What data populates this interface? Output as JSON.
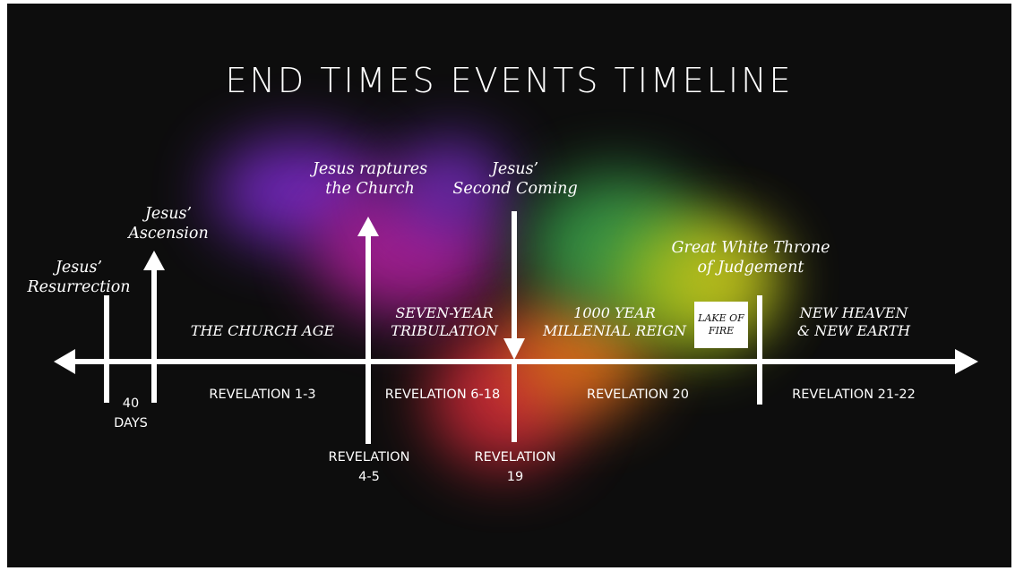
{
  "title": "END TIMES EVENTS TIMELINE",
  "events": {
    "resurrection": [
      "Jesus’",
      "Resurrection"
    ],
    "ascension": [
      "Jesus’",
      "Ascension"
    ],
    "rapture": [
      "Jesus raptures",
      "the Church"
    ],
    "second_coming": [
      "Jesus’",
      "Second Coming"
    ],
    "great_white_throne": [
      "Great White Throne",
      "of Judgement"
    ]
  },
  "periods": {
    "church_age": [
      "THE CHURCH AGE"
    ],
    "tribulation": [
      "SEVEN-YEAR",
      "TRIBULATION"
    ],
    "millennial": [
      "1000 YEAR",
      "MILLENIAL REIGN"
    ],
    "lake_of_fire": [
      "LAKE OF",
      "FIRE"
    ],
    "new_heaven": [
      "NEW HEAVEN",
      "& NEW EARTH"
    ]
  },
  "references": {
    "forty_days": [
      "40",
      "DAYS"
    ],
    "church_age": "REVELATION 1-3",
    "rapture": [
      "REVELATION",
      "4-5"
    ],
    "tribulation": "REVELATION 6-18",
    "second_coming": [
      "REVELATION",
      "19"
    ],
    "millennial": "REVELATION 20",
    "new_heaven": "REVELATION 21-22"
  },
  "colors": {
    "background": "#0d0d0d",
    "foreground": "#ffffff",
    "smoke": [
      "#8a2bd6",
      "#c21fb0",
      "#e8304a",
      "#f07a1a",
      "#7cc21e",
      "#2f9e5c",
      "#d9d21e"
    ]
  }
}
